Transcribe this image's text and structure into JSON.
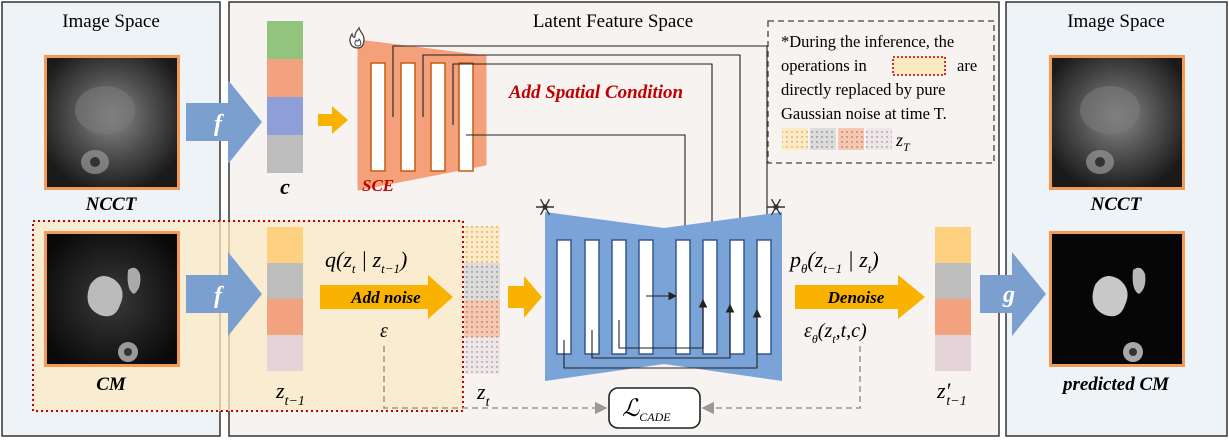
{
  "panels": {
    "left": {
      "title": "Image Space",
      "top_label": "NCCT",
      "bottom_label": "CM"
    },
    "middle": {
      "title": "Latent Feature Space"
    },
    "right": {
      "title": "Image Space",
      "top_label": "NCCT",
      "bottom_label": "predicted CM"
    }
  },
  "encoders": {
    "f_top": "f",
    "f_bottom": "f",
    "g": "g"
  },
  "latents": {
    "condition": "c",
    "z_prev": "z",
    "z_prev_sub": "t−1",
    "z_t": "z",
    "z_t_sub": "t",
    "z_out": "z′",
    "z_out_sub": "t−1",
    "z_T": "z",
    "z_T_sub": "T"
  },
  "sce": {
    "label": "SCE",
    "add_spatial_condition": "Add Spatial Condition"
  },
  "noise": {
    "q_expr": "q(z",
    "q_sub1": "t",
    "q_mid": " | z",
    "q_sub2": "t−1",
    "q_end": ")",
    "label": "Add noise",
    "epsilon": "ε"
  },
  "denoise": {
    "p_expr": "p",
    "p_sub": "θ",
    "p_args": "(z",
    "p_sub1": "t−1",
    "p_mid": " | z",
    "p_sub2": "t",
    "p_end": ")",
    "label": "Denoise",
    "eps": "ε",
    "eps_sub": "θ",
    "eps_args": "(z",
    "eps_sub1": "t",
    "eps_end": ",t,c)"
  },
  "loss": {
    "symbol": "ℒ",
    "sub": "CADE"
  },
  "note": {
    "line1": "*During the inference, the",
    "line2a": "operations in",
    "line2b": "are",
    "line3": "directly replaced by pure",
    "line4": "Gaussian noise at time T."
  },
  "colors": {
    "orange_latent": "#fdd17f",
    "gray_latent": "#bdbdbd",
    "salmon_latent": "#f2a27f",
    "pink_latent": "#e4d3d9",
    "green_latent": "#93c47d",
    "blue_latent": "#8e9ed6",
    "sce_orange": "#f4a07a",
    "unet_blue": "#7aa3d8",
    "arrow_yellow": "#f9b200",
    "arrow_blue": "#7b9fcf",
    "dotted_red": "#c00000"
  },
  "icons": [
    "flame-icon",
    "snowflake-icon",
    "snowflake-icon"
  ]
}
